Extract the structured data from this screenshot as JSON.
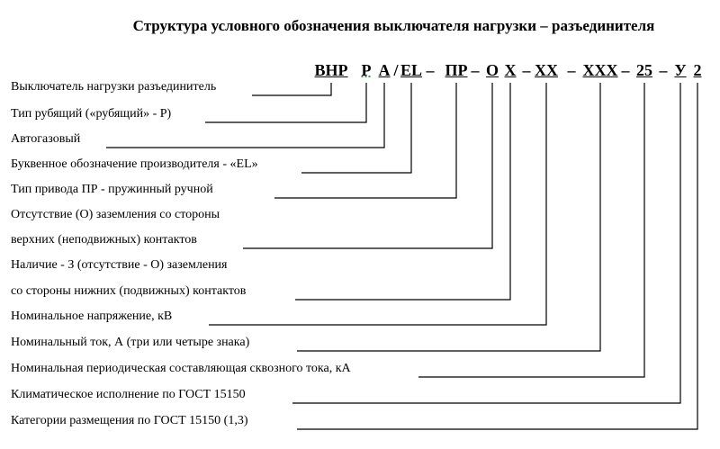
{
  "title": "Структура условного обозначения выключателя нагрузки – разъединителя",
  "code": [
    "ВНР",
    "Р",
    "А",
    "/",
    "EL",
    "–",
    "ПР",
    "–",
    "О",
    "Х",
    "–",
    "ХХ",
    "–",
    "ХХХ",
    "–",
    "25",
    "–",
    "У",
    "2"
  ],
  "labels": [
    "Выключатель нагрузки разъединитель",
    "Тип рубящий («рубящий» - Р)",
    "Автогазовый",
    "Буквенное обозначение производителя - «EL»",
    "Тип   привода   ПР  - пружинный   ручной",
    "Отсутствие (О) заземления со стороны",
    "верхних (неподвижных) контактов",
    "Наличие - З (отсутствие - О) заземления",
    "со стороны нижних (подвижных) контактов",
    "Номинальное напряжение, кВ",
    "Номинальный ток, А (три или четыре знака)",
    "Номинальная  периодическая  составляющая сквозного тока, кА",
    "Климатическое исполнение по ГОСТ 15150",
    "Категории размещения по ГОСТ 15150 (1,3)"
  ]
}
